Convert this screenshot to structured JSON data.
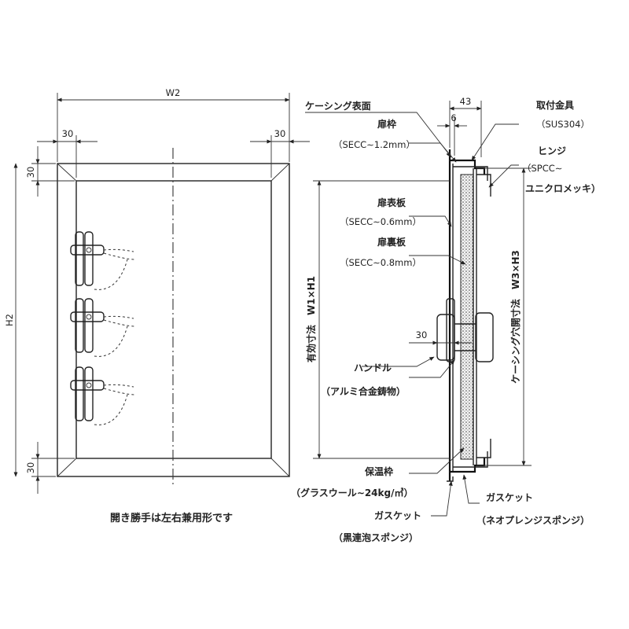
{
  "front_view": {
    "dim_w2": "W2",
    "dim_h2": "H2",
    "dim_30_top_left": "30",
    "dim_30_top_right": "30",
    "dim_30_left_top": "30",
    "dim_30_left_bottom": "30"
  },
  "side_view": {
    "dim_43": "43",
    "dim_6": "6",
    "dim_30_handle": "30",
    "dim_w1h1_label": "有効寸法　W1×H1",
    "dim_w3h3_label": "ケーシング穴開寸法　W3×H3"
  },
  "labels": {
    "casing_surface": "ケーシング表面",
    "door_frame": "扉枠",
    "door_frame_spec": "（SECC∼1.2mm）",
    "fitting": "取付金具",
    "fitting_spec": "（SUS304）",
    "hinge": "ヒンジ",
    "hinge_spec_1": "（SPCC∼",
    "hinge_spec_2": "ユニクロメッキ）",
    "door_front_plate": "扉表板",
    "door_front_plate_spec": "（SECC∼0.6mm）",
    "door_back_plate": "扉裏板",
    "door_back_plate_spec": "（SECC∼0.8mm）",
    "handle": "ハンドル",
    "handle_spec": "（アルミ合金鋳物）",
    "insulation_frame": "保温枠",
    "insulation_spec": "（グラスウール∼24kg/㎥）",
    "gasket_1": "ガスケット",
    "gasket_1_spec": "（黒連泡スポンジ）",
    "gasket_2": "ガスケット",
    "gasket_2_spec": "（ネオプレンジスポンジ）"
  },
  "note": "開き勝手は左右兼用形です"
}
